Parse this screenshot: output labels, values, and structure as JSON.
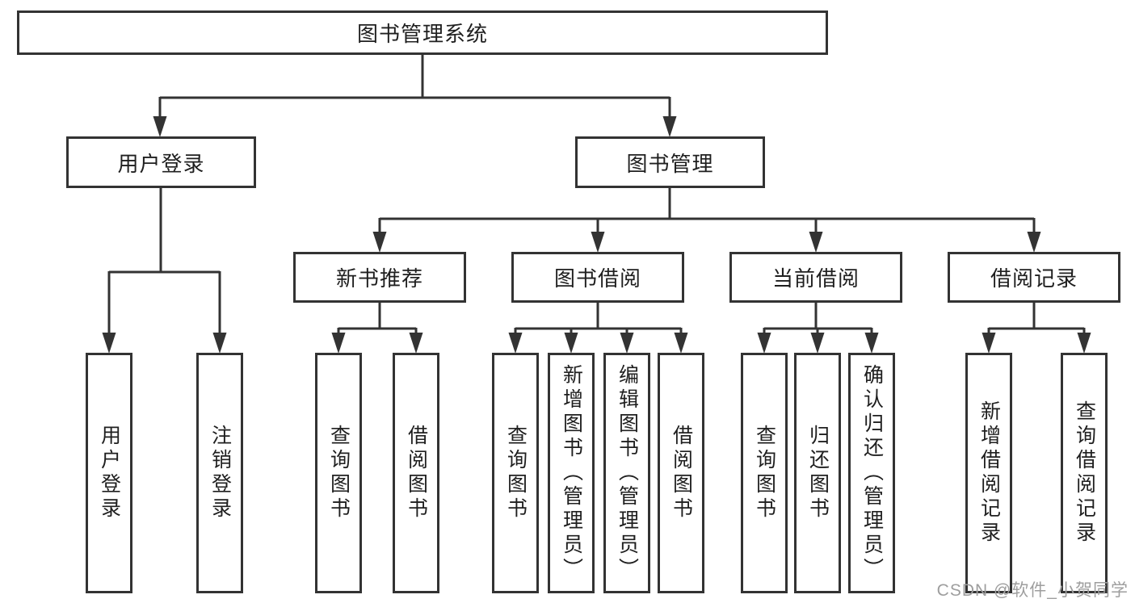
{
  "diagram": {
    "root": {
      "label": "图书管理系统"
    },
    "level2": [
      {
        "label": "用户登录"
      },
      {
        "label": "图书管理"
      }
    ],
    "level3": [
      {
        "label": "新书推荐"
      },
      {
        "label": "图书借阅"
      },
      {
        "label": "当前借阅"
      },
      {
        "label": "借阅记录"
      }
    ],
    "leafGroups": [
      {
        "parent": "用户登录",
        "items": [
          "用户登录",
          "注销登录"
        ]
      },
      {
        "parent": "新书推荐",
        "items": [
          "查询图书",
          "借阅图书"
        ]
      },
      {
        "parent": "图书借阅",
        "items": [
          "查询图书",
          "新增图书（管理员）",
          "编辑图书（管理员）",
          "借阅图书"
        ]
      },
      {
        "parent": "当前借阅",
        "items": [
          "查询图书",
          "归还图书",
          "确认归还（管理员）"
        ]
      },
      {
        "parent": "借阅记录",
        "items": [
          "新增借阅记录",
          "查询借阅记录"
        ]
      }
    ]
  },
  "watermark": {
    "text": "CSDN @软件_小贺同学"
  },
  "colors": {
    "line": "#333333",
    "box_background": "#ffffff",
    "text": "#1f1f1f",
    "watermark": "#9e9e9e"
  }
}
